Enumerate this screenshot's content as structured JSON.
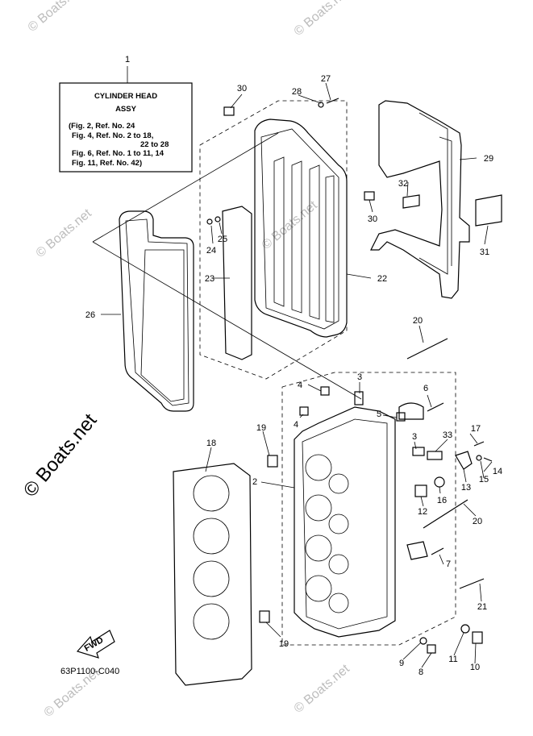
{
  "watermark": "© Boats.net",
  "big_watermark": "© Boats.net",
  "figure_code": "63P1100-C040",
  "fwd_label": "FWD",
  "ref_box": {
    "title_line1": "CYLINDER HEAD",
    "title_line2": "ASSY",
    "refs": [
      "(Fig. 2, Ref. No. 24",
      "Fig. 4, Ref. No. 2 to 18,",
      "22 to 28",
      "Fig. 6, Ref. No. 1 to 11, 14",
      "Fig. 11, Ref. No. 42)"
    ]
  },
  "callouts": {
    "c1": "1",
    "c2": "2",
    "c3": "3",
    "c3b": "3",
    "c4": "4",
    "c4b": "4",
    "c5": "5",
    "c6": "6",
    "c7": "7",
    "c8": "8",
    "c9": "9",
    "c10": "10",
    "c11": "11",
    "c12": "12",
    "c13": "13",
    "c14": "14",
    "c15": "15",
    "c16": "16",
    "c17": "17",
    "c18": "18",
    "c19": "19",
    "c19b": "19",
    "c20": "20",
    "c20b": "20",
    "c21": "21",
    "c22": "22",
    "c23": "23",
    "c24": "24",
    "c25": "25",
    "c26": "26",
    "c27": "27",
    "c28": "28",
    "c29": "29",
    "c30": "30",
    "c30b": "30",
    "c31": "31",
    "c32": "32",
    "c33": "33"
  }
}
